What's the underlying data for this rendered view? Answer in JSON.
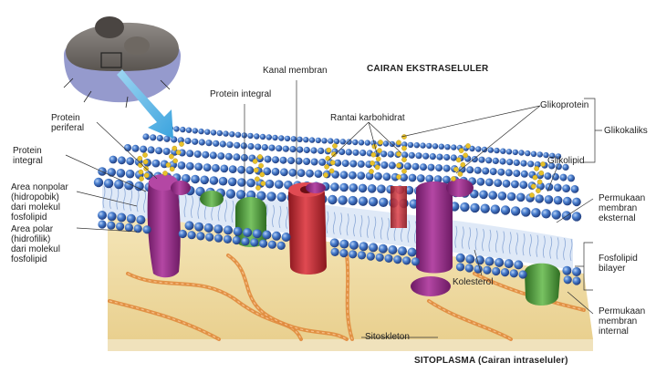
{
  "labels": {
    "kanal_membran": "Kanal membran",
    "protein_integral_top": "Protein integral",
    "cairan_ekstraseluler": "CAIRAN EKSTRASELULER",
    "rantai_karbohidrat": "Rantai karbohidrat",
    "glikoprotein": "Glikoprotein",
    "glikokaliks": "Glikokaliks",
    "glikolipid": "Glikolipid",
    "protein_periferal": "Protein\nperiferal",
    "protein_integral_left": "Protein\nintegral",
    "area_nonpolar": "Area nonpolar\n(hidropobik)\ndari molekul\nfosfolipid",
    "area_polar": "Area polar\n(hidrofilik)\ndari molekul\nfosfolipid",
    "permukaan_eksternal": "Permukaan\nmembran\neksternal",
    "fosfolipid_bilayer": "Fosfolipid\nbilayer",
    "kolesterol": "Kolesterol",
    "permukaan_internal": "Permukaan\nmembran\ninternal",
    "sitoskleton": "Sitoskleton",
    "sitoplasma": "SITOPLASMA (Cairan intraseluler)"
  },
  "colors": {
    "head": "#3f73c4",
    "head_highlight": "#a9c6f0",
    "cytoplasm": "#f1dfa9",
    "protein_purple": "#9b2d8c",
    "protein_red": "#c42b34",
    "protein_green": "#4f9e3c",
    "carbohydrate": "#e8c22a",
    "cytoskeleton": "#e08a3c"
  }
}
